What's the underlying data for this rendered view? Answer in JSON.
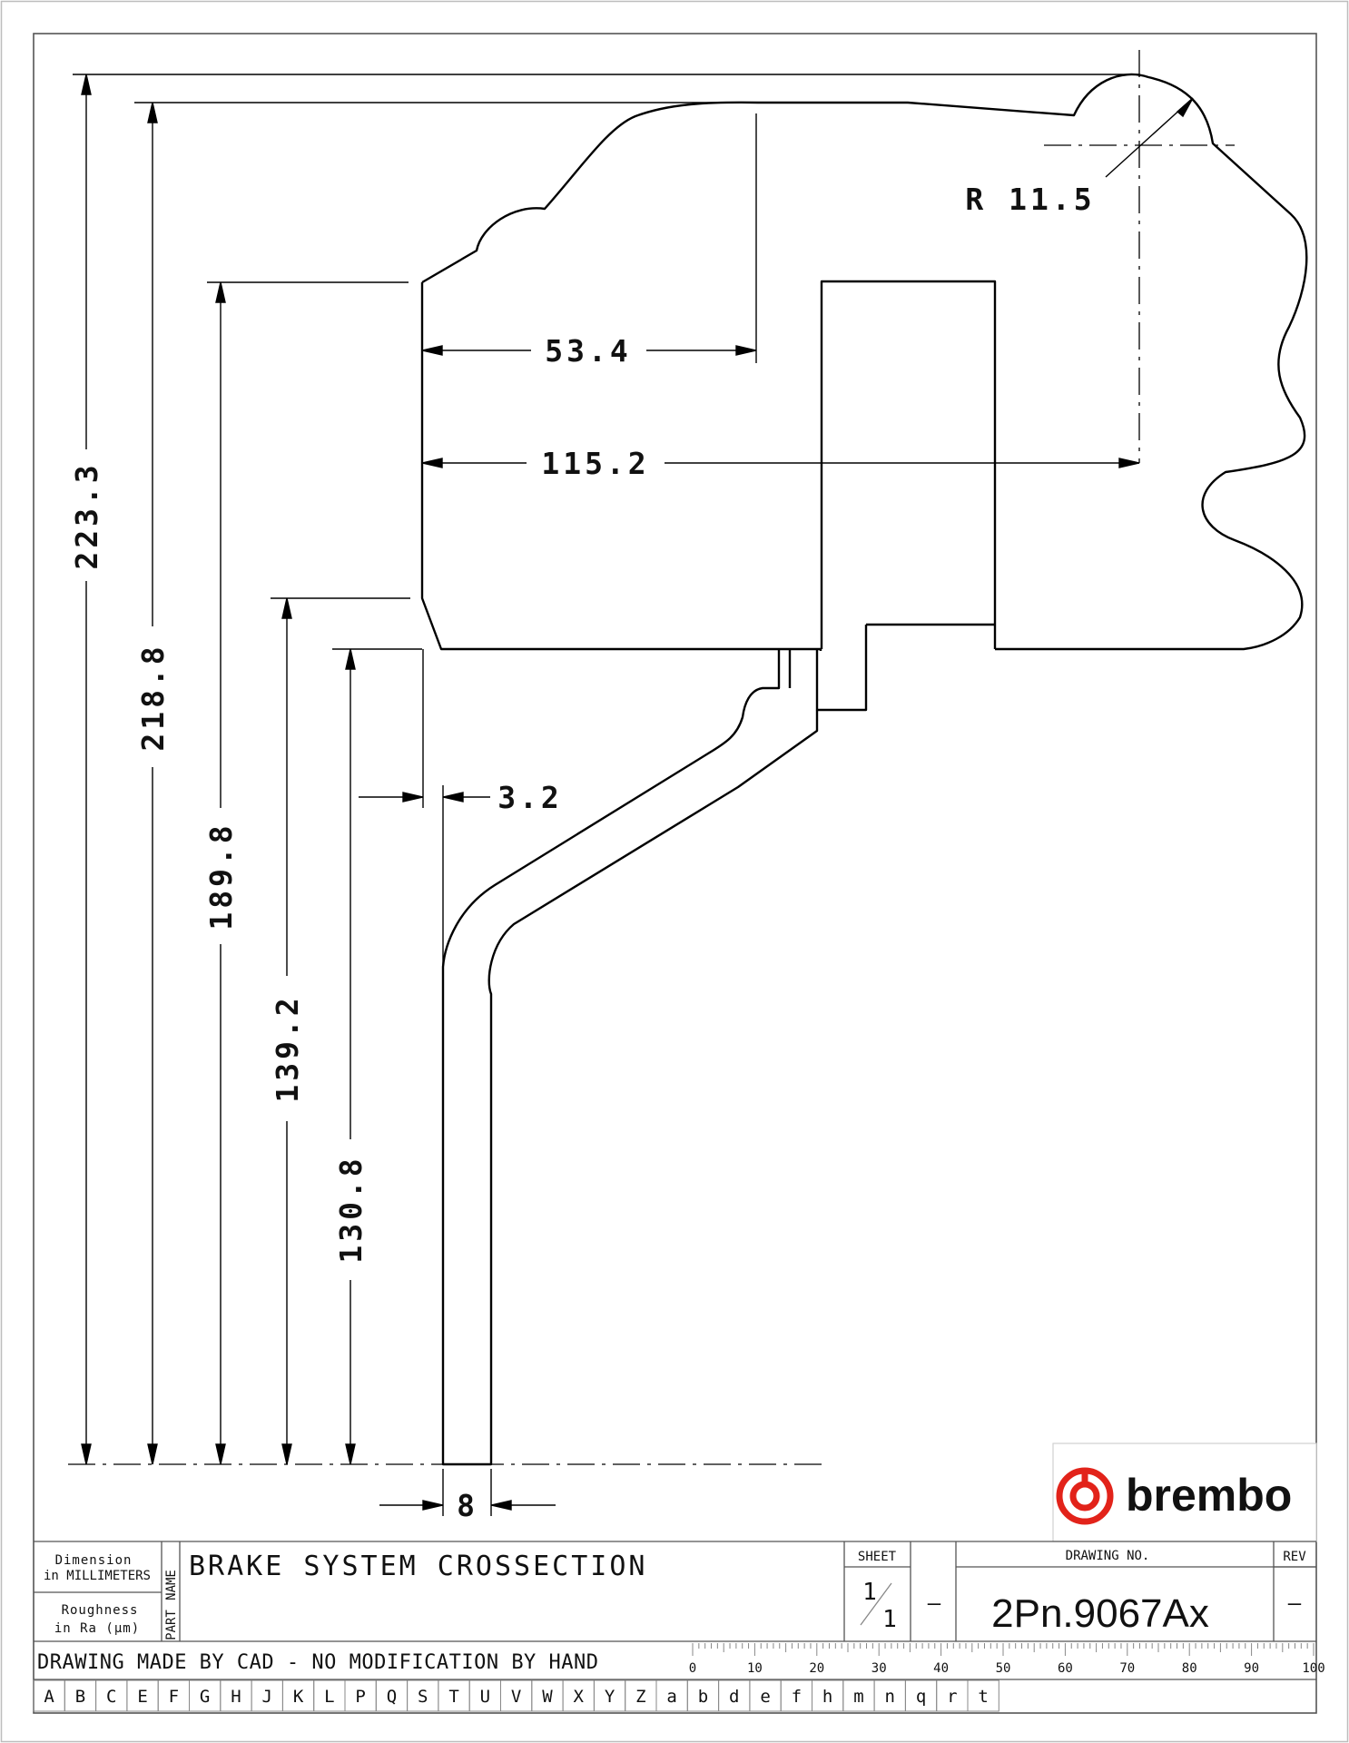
{
  "dimensions": {
    "overall_height": "223.3",
    "upper_height": "218.8",
    "body_height": "189.8",
    "mid_height": "139.2",
    "hat_height": "130.8",
    "depth_inner": "53.4",
    "depth_outer": "115.2",
    "offset": "3.2",
    "thickness": "8",
    "radius": "R 11.5"
  },
  "logo": {
    "text": "brembo",
    "color": "#e2231a"
  },
  "title_block": {
    "units_line1": "Dimension",
    "units_line2": "in MILLIMETERS",
    "roughness_line1": "Roughness",
    "roughness_line2": "in Ra (µm)",
    "name_label": "NAME",
    "part_label": "PART",
    "part_name": "BRAKE SYSTEM CROSSECTION",
    "sheet_label": "SHEET",
    "sheet_num": "1",
    "sheet_total": "1",
    "dash1": "—",
    "drawing_no_label": "DRAWING NO.",
    "drawing_no": "2Pn.9067Ax",
    "rev_label": "REV",
    "rev_value": "—",
    "cad_note": "DRAWING MADE BY CAD - NO MODIFICATION BY HAND"
  },
  "scale": {
    "labels": [
      "0",
      "10",
      "20",
      "30",
      "40",
      "50",
      "60",
      "70",
      "80",
      "90",
      "100"
    ]
  },
  "grid_letters": [
    "A",
    "B",
    "C",
    "E",
    "F",
    "G",
    "H",
    "J",
    "K",
    "L",
    "P",
    "Q",
    "S",
    "T",
    "U",
    "V",
    "W",
    "X",
    "Y",
    "Z",
    "a",
    "b",
    "d",
    "e",
    "f",
    "h",
    "m",
    "n",
    "q",
    "r",
    "t"
  ]
}
